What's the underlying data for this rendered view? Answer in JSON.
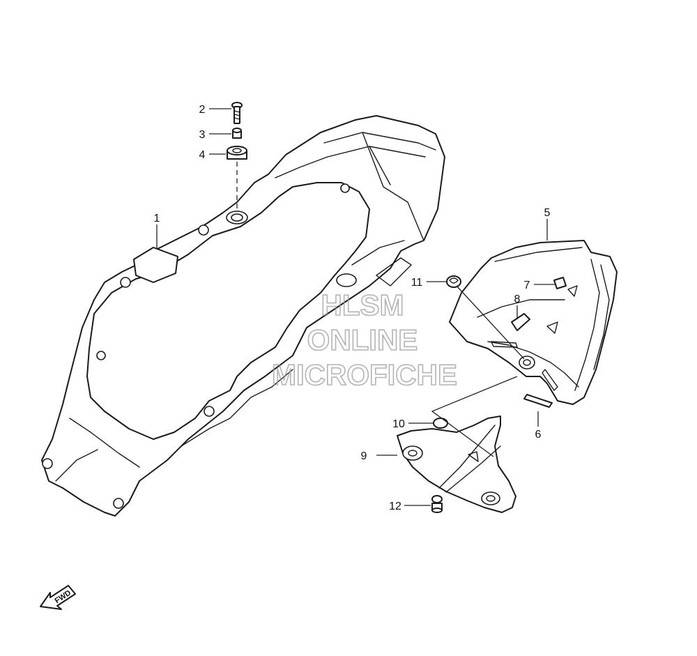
{
  "callouts": [
    {
      "id": "1",
      "text": "1"
    },
    {
      "id": "2",
      "text": "2"
    },
    {
      "id": "3",
      "text": "3"
    },
    {
      "id": "4",
      "text": "4"
    },
    {
      "id": "5",
      "text": "5"
    },
    {
      "id": "6",
      "text": "6"
    },
    {
      "id": "7",
      "text": "7"
    },
    {
      "id": "8",
      "text": "8"
    },
    {
      "id": "9",
      "text": "9"
    },
    {
      "id": "10",
      "text": "10"
    },
    {
      "id": "11",
      "text": "11"
    },
    {
      "id": "12",
      "text": "12"
    }
  ],
  "watermark": {
    "line1": "HLSM",
    "line2": "ONLINE",
    "line3": "MICROFICHE"
  },
  "direction_marker": {
    "label": "FWD"
  }
}
